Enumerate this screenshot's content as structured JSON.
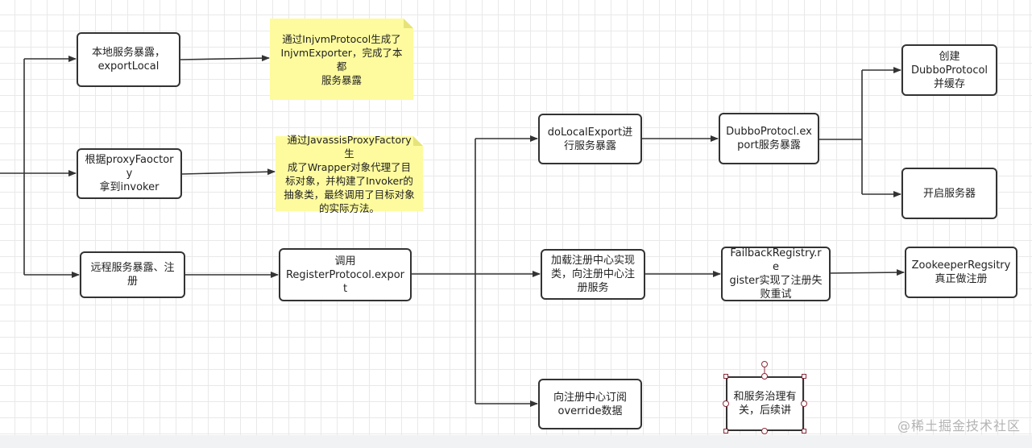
{
  "boxes": {
    "export_local": "本地服务暴露，\nexportLocal",
    "proxy_factory": "根据proxyFaoctory\n拿到invoker",
    "remote_export": "远程服务暴露、注册",
    "register_protocol": "调用\nRegisterProtocol.export",
    "do_local_export": "doLocalExport进\n行服务暴露",
    "dubbo_export": "DubboProtocl.ex\nport服务暴露",
    "create_dubbo": "创建\nDubboProtocol\n并缓存",
    "start_server": "开启服务器",
    "load_registry": "加载注册中心实现\n类，向注册中心注\n册服务",
    "failback_registry": "FailbackRegistry.re\ngister实现了注册失\n败重试",
    "zookeeper_registry": "ZookeeperRegsitry\n真正做注册",
    "subscribe_override": "向注册中心订阅\noverride数据",
    "governance": "和服务治理有\n关，后续讲"
  },
  "notes": {
    "injvm": "通过InjvmProtocol生成了\nInjvmExporter，完成了本都\n服务暴露",
    "javassist": "通过JavassisProxyFactory生\n成了Wrapper对象代理了目\n标对象，并构建了Invoker的\n抽象类，最终调用了目标对象\n的实际方法。"
  },
  "watermark": "@稀土掘金技术社区",
  "colors": {
    "note_fill": "#fdfb9e",
    "stroke": "#333333",
    "selection_handle": "#8a2a3a"
  }
}
